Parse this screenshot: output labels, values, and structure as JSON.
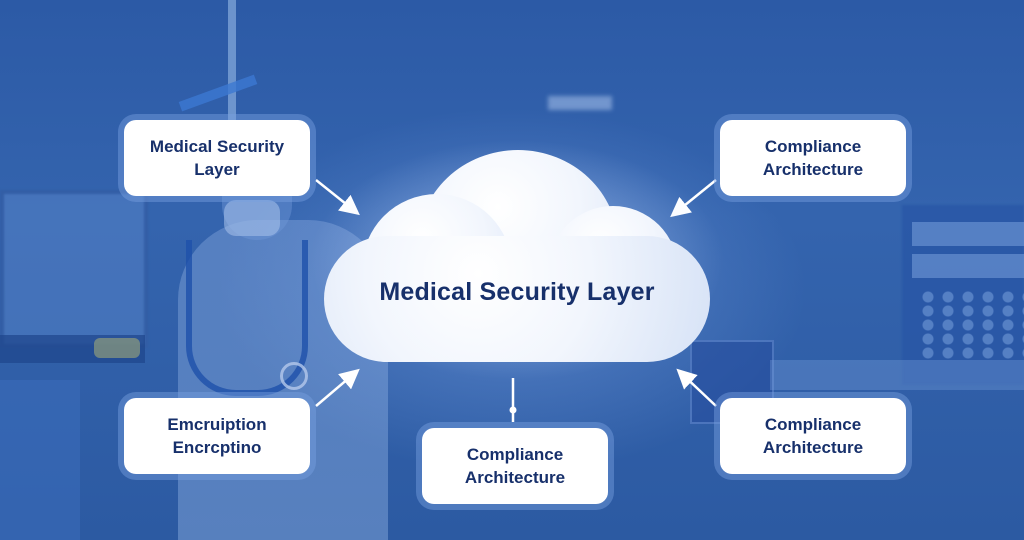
{
  "diagram": {
    "center": {
      "label": "Medical Security Layer",
      "shape": "cloud-icon"
    },
    "nodes": [
      {
        "id": "top-left",
        "label": "Medical Security\nLayer",
        "arrow": "toward-center"
      },
      {
        "id": "top-right",
        "label": "Compliance\nArchitecture",
        "arrow": "toward-center"
      },
      {
        "id": "bottom-left",
        "label": "Emcruiption\nEncrcptino",
        "arrow": "toward-center"
      },
      {
        "id": "bottom-center",
        "label": "Compliance\nArchitecture",
        "arrow": "connector-line"
      },
      {
        "id": "bottom-right",
        "label": "Compliance\nArchitecture",
        "arrow": "toward-center"
      }
    ]
  },
  "theme": {
    "background": "#2f5ea8",
    "node_fill": "#ffffff",
    "text_color": "#17306b",
    "arrow_color": "#ffffff"
  },
  "background_scene": "hospital room with doctor wearing mask and stethoscope, blue tint"
}
